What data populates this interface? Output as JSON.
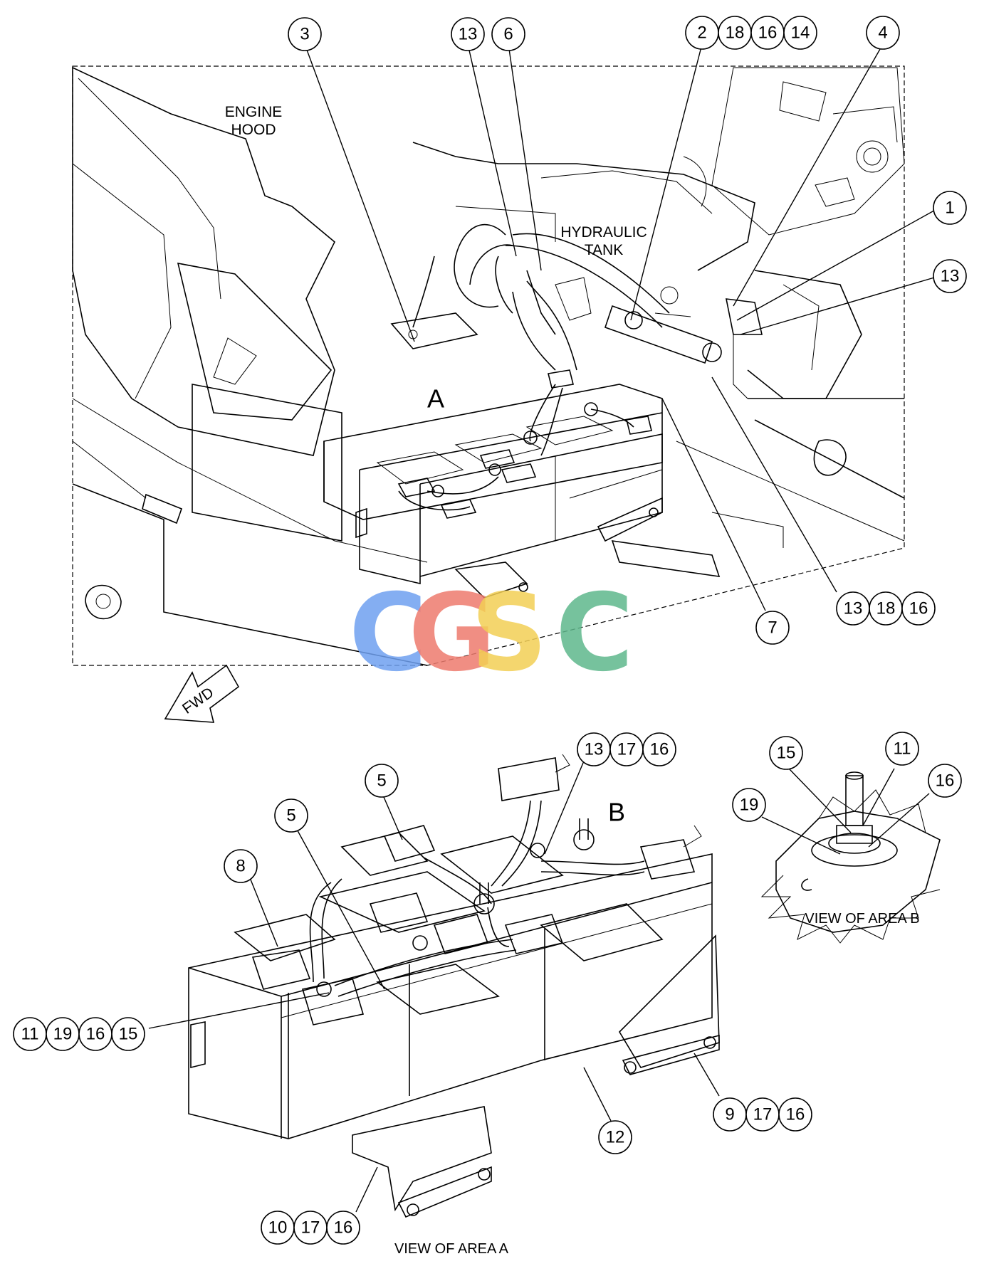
{
  "labels": {
    "engine_hood_line1": "ENGINE",
    "engine_hood_line2": "HOOD",
    "hydraulic_tank_line1": "HYDRAULIC",
    "hydraulic_tank_line2": "TANK",
    "fwd": "FWD",
    "area_a": "A",
    "area_b": "B",
    "view_a": "VIEW OF AREA A",
    "view_b": "VIEW OF AREA B"
  },
  "watermark": {
    "letters": [
      "C",
      "G",
      "S",
      "C"
    ],
    "colors": [
      "#6fa0f0",
      "#ee7b6e",
      "#f3cf55",
      "#5fb88c"
    ]
  },
  "callouts": [
    {
      "id": "c-3",
      "numbers": [
        "3"
      ]
    },
    {
      "id": "c-13-top",
      "numbers": [
        "13"
      ]
    },
    {
      "id": "c-6",
      "numbers": [
        "6"
      ]
    },
    {
      "id": "c-2-18-16-14",
      "numbers": [
        "2",
        "18",
        "16",
        "14"
      ]
    },
    {
      "id": "c-4",
      "numbers": [
        "4"
      ]
    },
    {
      "id": "c-1",
      "numbers": [
        "1"
      ]
    },
    {
      "id": "c-13-right",
      "numbers": [
        "13"
      ]
    },
    {
      "id": "c-13-18-16",
      "numbers": [
        "13",
        "18",
        "16"
      ]
    },
    {
      "id": "c-7",
      "numbers": [
        "7"
      ]
    },
    {
      "id": "c-13-17-16",
      "numbers": [
        "13",
        "17",
        "16"
      ]
    },
    {
      "id": "c-5-a",
      "numbers": [
        "5"
      ]
    },
    {
      "id": "c-5-b",
      "numbers": [
        "5"
      ]
    },
    {
      "id": "c-8",
      "numbers": [
        "8"
      ]
    },
    {
      "id": "c-11-19-16-15",
      "numbers": [
        "11",
        "19",
        "16",
        "15"
      ]
    },
    {
      "id": "c-12",
      "numbers": [
        "12"
      ]
    },
    {
      "id": "c-9-17-16",
      "numbers": [
        "9",
        "17",
        "16"
      ]
    },
    {
      "id": "c-10-17-16",
      "numbers": [
        "10",
        "17",
        "16"
      ]
    },
    {
      "id": "c-15-b",
      "numbers": [
        "15"
      ]
    },
    {
      "id": "c-11-b",
      "numbers": [
        "11"
      ]
    },
    {
      "id": "c-16-b",
      "numbers": [
        "16"
      ]
    },
    {
      "id": "c-19-b",
      "numbers": [
        "19"
      ]
    }
  ]
}
